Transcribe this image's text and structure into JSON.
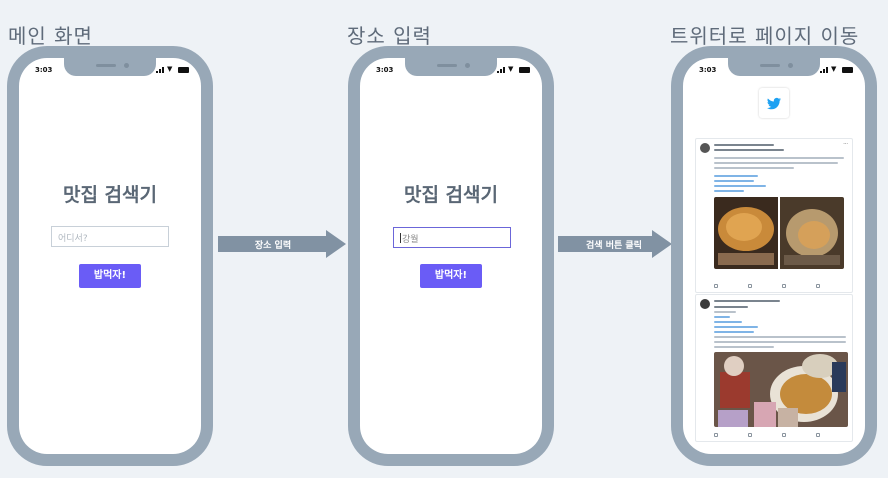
{
  "captions": [
    "메인 화면",
    "장소 입력",
    "트위터로 페이지 이동"
  ],
  "phone": {
    "time": "3:03",
    "app_title": "맛집 검색기",
    "search_placeholder": "어디서?",
    "search_value": "강월",
    "button_label": "밥먹자!"
  },
  "arrows": [
    "장소 입력",
    "검색 버튼 클릭"
  ],
  "twitter": {
    "icon": "twitter-bird-icon"
  },
  "colors": {
    "phone_frame": "#98a8b7",
    "button": "#6a5cf6",
    "twitter_blue": "#1da1f2",
    "arrow": "#8192a3"
  }
}
